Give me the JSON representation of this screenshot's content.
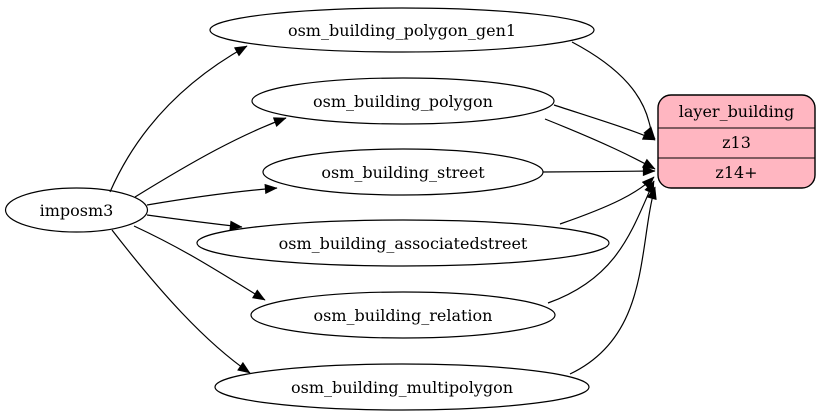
{
  "diagram": {
    "type": "graphviz-etl-diagram",
    "background_color": "#ffffff",
    "edge_color": "#000000",
    "source_node": {
      "label": "imposm3"
    },
    "tables": [
      {
        "label": "osm_building_polygon_gen1"
      },
      {
        "label": "osm_building_polygon"
      },
      {
        "label": "osm_building_street"
      },
      {
        "label": "osm_building_associatedstreet"
      },
      {
        "label": "osm_building_relation"
      },
      {
        "label": "osm_building_multipolygon"
      }
    ],
    "layer_node": {
      "title": "layer_building",
      "rows": [
        "z13",
        "z14+"
      ],
      "fill": "#FFB6C1",
      "stroke": "#000000"
    },
    "edges": [
      {
        "from": "imposm3",
        "to": "osm_building_polygon_gen1"
      },
      {
        "from": "imposm3",
        "to": "osm_building_polygon"
      },
      {
        "from": "imposm3",
        "to": "osm_building_street"
      },
      {
        "from": "imposm3",
        "to": "osm_building_associatedstreet"
      },
      {
        "from": "imposm3",
        "to": "osm_building_relation"
      },
      {
        "from": "imposm3",
        "to": "osm_building_multipolygon"
      },
      {
        "from": "osm_building_polygon_gen1",
        "to": "layer_building:z13"
      },
      {
        "from": "osm_building_polygon",
        "to": "layer_building:z13"
      },
      {
        "from": "osm_building_polygon",
        "to": "layer_building:z14+"
      },
      {
        "from": "osm_building_street",
        "to": "layer_building:z14+"
      },
      {
        "from": "osm_building_associatedstreet",
        "to": "layer_building:z14+"
      },
      {
        "from": "osm_building_relation",
        "to": "layer_building:z14+"
      },
      {
        "from": "osm_building_multipolygon",
        "to": "layer_building:z14+"
      }
    ]
  }
}
